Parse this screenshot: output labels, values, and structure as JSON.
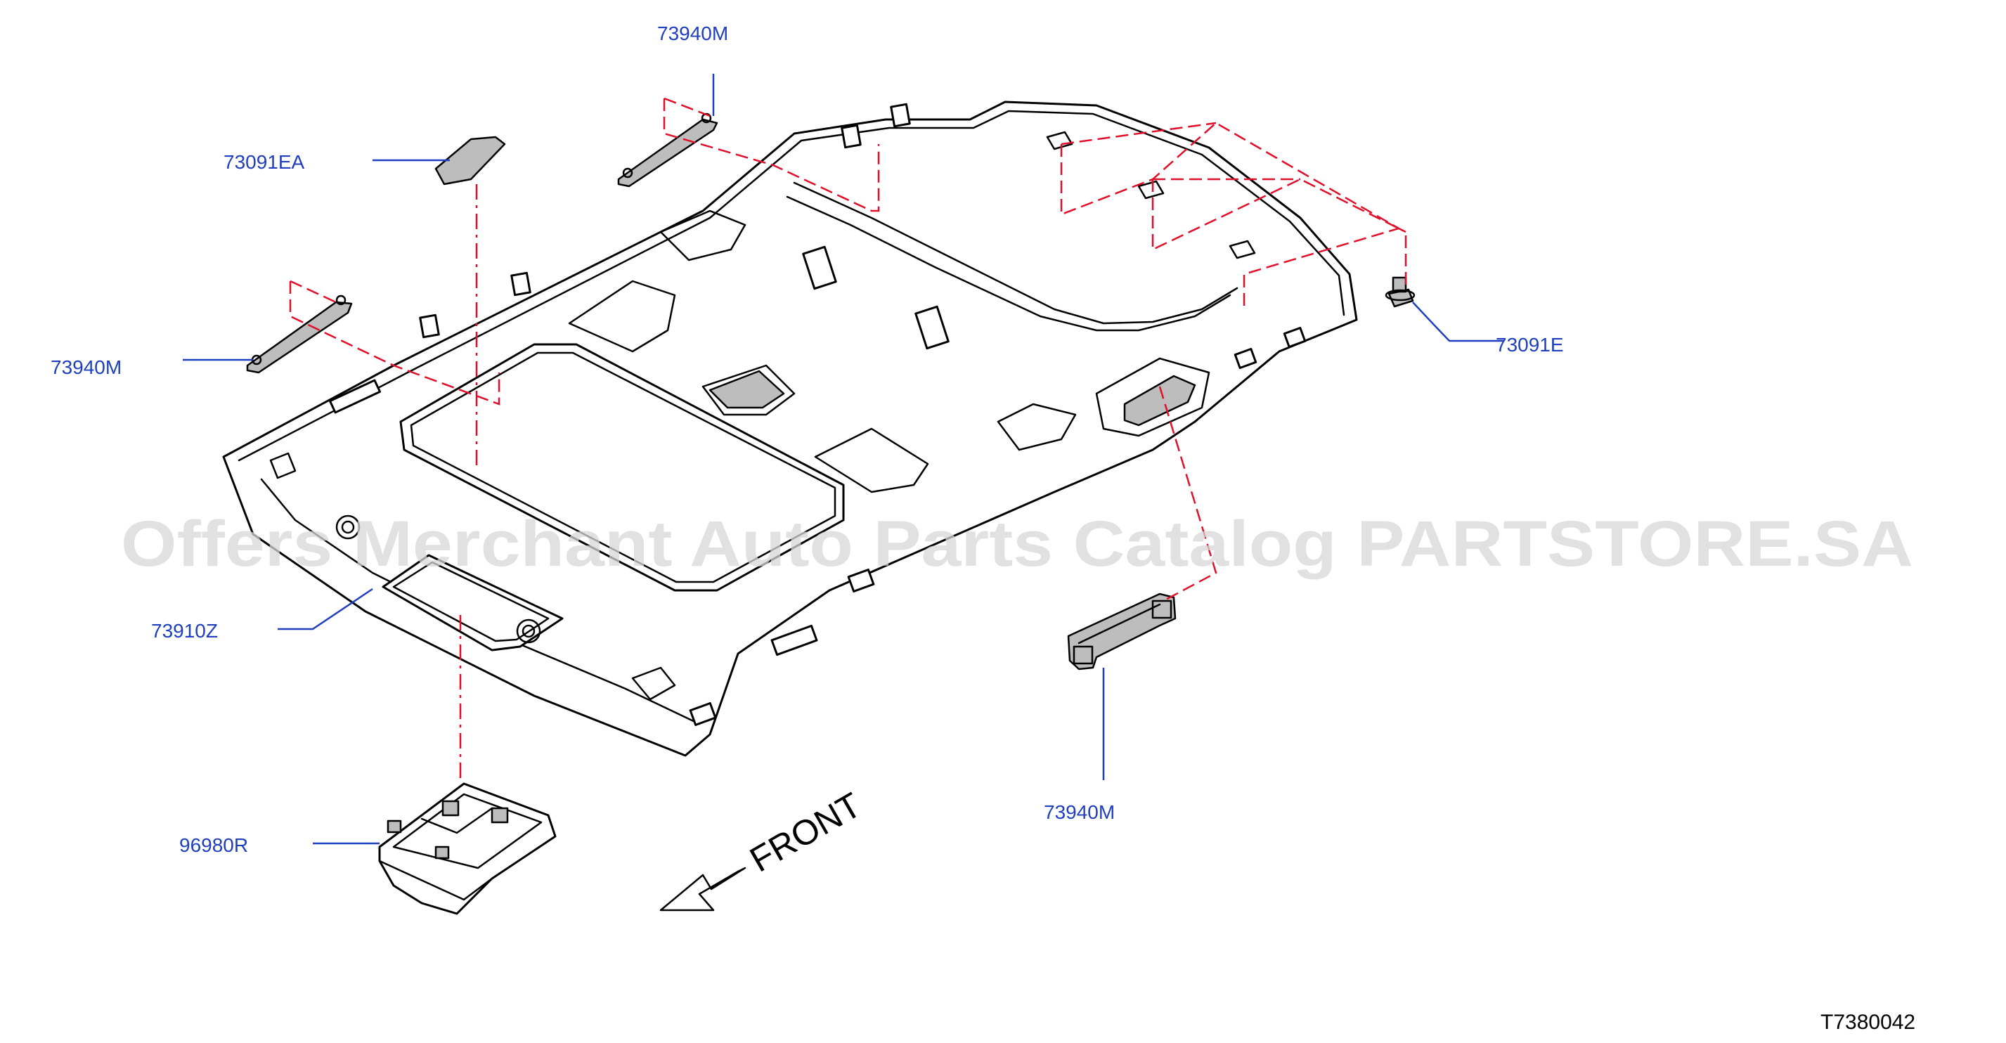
{
  "diagram": {
    "reference_code": "T7380042",
    "watermark": "Offers Merchant Auto Parts Catalog PARTSTORE.SA",
    "front_label": "FRONT",
    "colors": {
      "label": "#1f3fbf",
      "guide": "#e0102a",
      "line": "#000000",
      "part_fill": "#bdbdbd"
    },
    "parts": [
      {
        "id": "grip-top",
        "code": "73940M"
      },
      {
        "id": "pad",
        "code": "73091EA"
      },
      {
        "id": "grip-left",
        "code": "73940M"
      },
      {
        "id": "clip",
        "code": "73091E"
      },
      {
        "id": "headlining",
        "code": "73910Z"
      },
      {
        "id": "grip-bottom",
        "code": "73940M"
      },
      {
        "id": "map-lamp",
        "code": "96980R"
      }
    ]
  }
}
